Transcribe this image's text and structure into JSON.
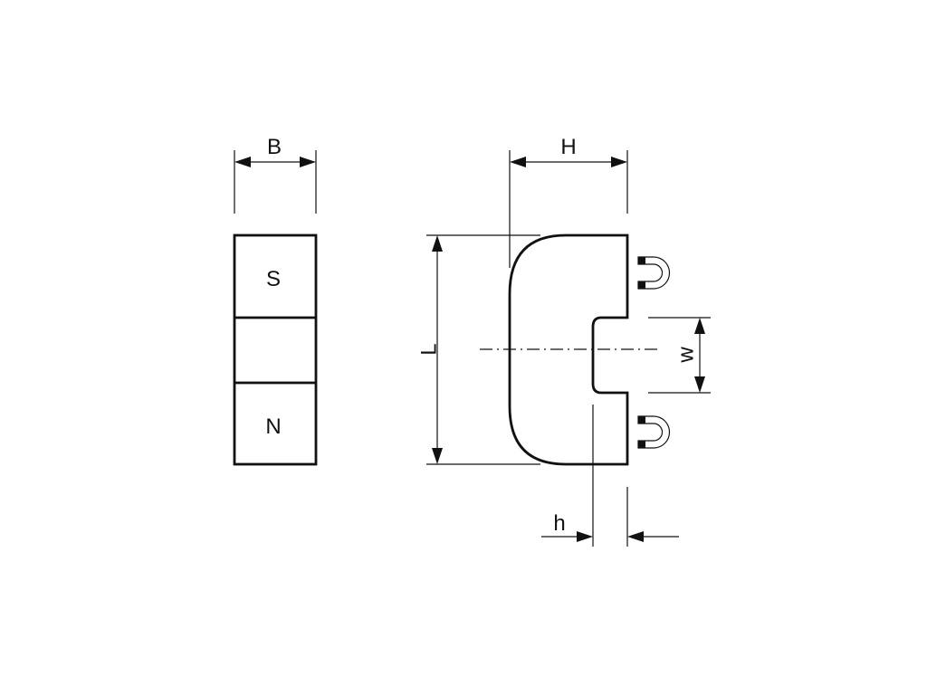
{
  "labels": {
    "B": "B",
    "H": "H",
    "L": "L",
    "w": "w",
    "h": "h",
    "south_pole": "S",
    "north_pole": "N"
  },
  "colors": {
    "line": "#111111",
    "background": "#ffffff"
  }
}
